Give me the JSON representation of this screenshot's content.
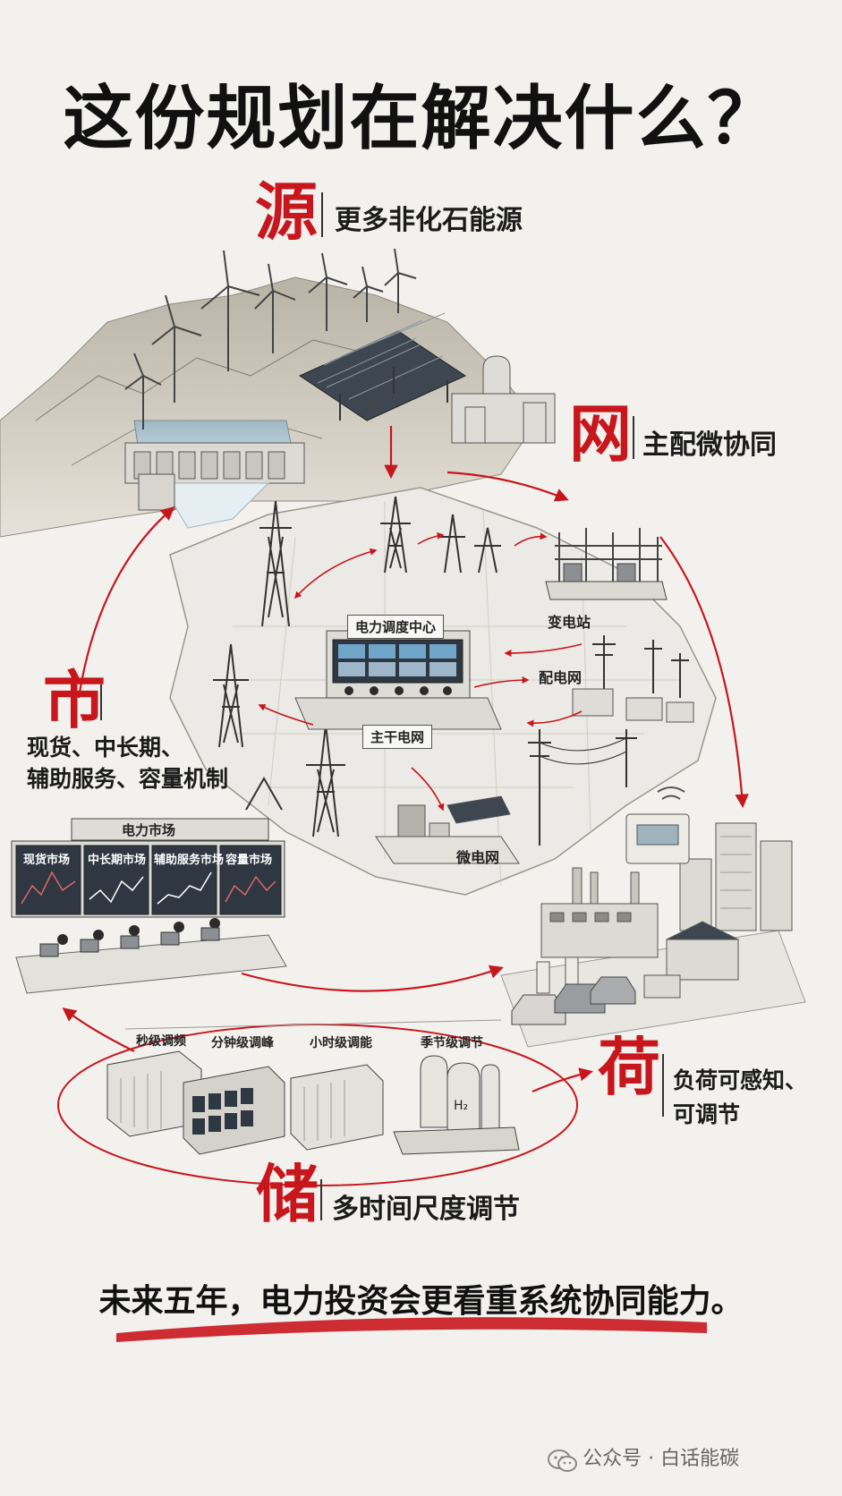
{
  "title": "这份规划在解决什么？",
  "sections": {
    "source": {
      "char": "源",
      "desc": "更多非化石能源"
    },
    "grid": {
      "char": "网",
      "desc": "主配微协同"
    },
    "market": {
      "char": "市",
      "desc_line1": "现货、中长期、",
      "desc_line2": "辅助服务、容量机制"
    },
    "load": {
      "char": "荷",
      "desc_line1": "负荷可感知、",
      "desc_line2": "可调节"
    },
    "storage": {
      "char": "储",
      "desc": "多时间尺度调节"
    }
  },
  "grid_labels": {
    "dispatch_center": "电力调度中心",
    "backbone": "主干电网",
    "substation": "变电站",
    "distribution": "配电网",
    "microgrid": "微电网"
  },
  "market_panel": {
    "header": "电力市场",
    "screens": [
      "现货市场",
      "中长期市场",
      "辅助服务市场",
      "容量市场"
    ]
  },
  "storage_types": [
    "秒级调频",
    "分钟级调峰",
    "小时级调能",
    "季节级调节"
  ],
  "h2_label": "H₂",
  "slogan": "未来五年，电力投资会更看重系统协同能力。",
  "footer": {
    "prefix": "公众号 · ",
    "name": "白话能碳"
  },
  "colors": {
    "accent": "#c8161d",
    "background": "#f2f1ee",
    "ink": "#1b1b1b"
  }
}
